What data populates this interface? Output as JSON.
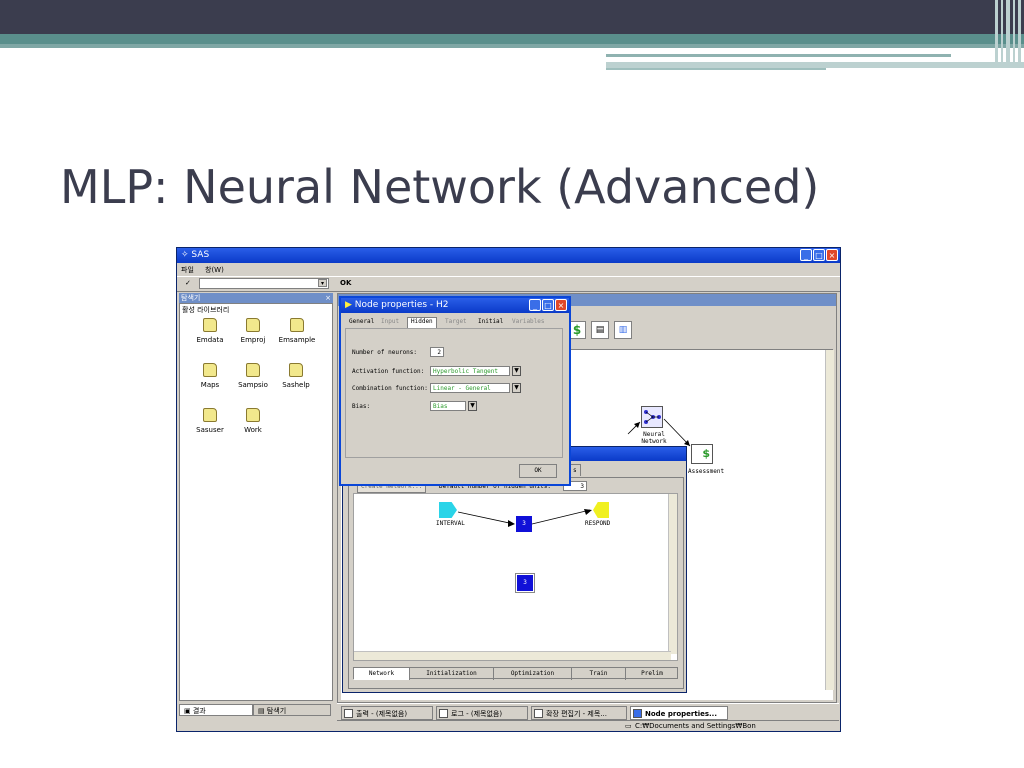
{
  "slide": {
    "title": "MLP: Neural Network (Advanced)"
  },
  "sas": {
    "title": "SAS",
    "menu": [
      "파일",
      "창(W)"
    ],
    "command_placeholder": "",
    "run_label": "OK",
    "explorer": {
      "header": "탐색기",
      "section": "활성 라이브러리",
      "libraries": [
        "Emdata",
        "Emproj",
        "Emsample",
        "Maps",
        "Sampsio",
        "Sashelp",
        "Sasuser",
        "Work"
      ],
      "bottom_tabs": [
        "결과",
        "탐색기"
      ]
    },
    "workspace": {
      "nodes": {
        "neural_network": "Neural\nNetwork",
        "assessment": "Assessment"
      }
    },
    "node_properties": {
      "title": "Node properties - H2",
      "tabs": [
        "General",
        "Input",
        "Hidden",
        "Target",
        "Initial",
        "Variables"
      ],
      "active_tab": "Hidden",
      "fields": {
        "neurons_label": "Number of neurons:",
        "neurons_value": "2",
        "activation_label": "Activation function:",
        "activation_value": "Hyperbolic Tangent",
        "combination_label": "Combination function:",
        "combination_value": "Linear - General",
        "bias_label": "Bias:",
        "bias_value": "Bias"
      },
      "ok_label": "OK"
    },
    "network_editor": {
      "tab_fragment": "s",
      "create_button": "Create Network...",
      "hidden_units_label": "Default number of hidden units:",
      "hidden_units_value": "3",
      "nodes": {
        "input": "INTERVAL",
        "hidden": "3",
        "output": "RESPOND",
        "hidden2": "3"
      },
      "bottom_tabs": [
        "Network",
        "Initialization",
        "Optimization",
        "Train",
        "Prelim"
      ]
    },
    "taskbar": [
      "출력 - (제목없음)",
      "로그 - (제목없음)",
      "확장 편집기 - 제목...",
      "Node properties..."
    ],
    "status": "C:₩Documents and Settings₩Bon"
  }
}
